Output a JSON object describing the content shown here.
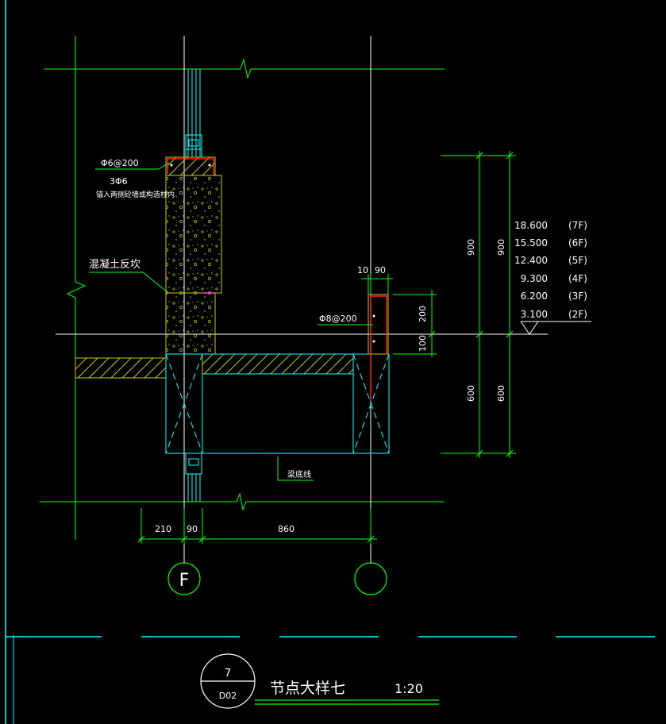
{
  "annotations": {
    "rebar_top": "Φ6@200",
    "rebar_main": "3Φ6",
    "rebar_note": "锚入两侧砼墙或构造柱内",
    "concrete_curb": "混凝土反坎",
    "rebar_right": "Φ8@200",
    "beam_bottom_line": "梁底线"
  },
  "dimensions": {
    "top_small_left": "10",
    "top_small_right": "90",
    "right_200": "200",
    "right_100": "100",
    "left_900": "900",
    "right_900": "900",
    "left_600": "600",
    "right_600": "600",
    "bottom_210": "210",
    "bottom_90": "90",
    "bottom_860": "860"
  },
  "levels": [
    {
      "elev": "18.600",
      "floor": "(7F)"
    },
    {
      "elev": "15.500",
      "floor": "(6F)"
    },
    {
      "elev": "12.400",
      "floor": "(5F)"
    },
    {
      "elev": "9.300",
      "floor": "(4F)"
    },
    {
      "elev": "6.200",
      "floor": "(3F)"
    },
    {
      "elev": "3.100",
      "floor": "(2F)"
    }
  ],
  "axes": {
    "left_axis": "F",
    "right_axis": ""
  },
  "title": {
    "detail_number": "7",
    "sheet": "D02",
    "name": "节点大样七",
    "scale": "1:20"
  },
  "colors": {
    "background": "#000000",
    "dimension_green": "#00ff00",
    "outline_cyan": "#00ffff",
    "hatch_yellow": "#c8c800",
    "rebar_red": "#ff2020",
    "text_white": "#ffffff"
  }
}
